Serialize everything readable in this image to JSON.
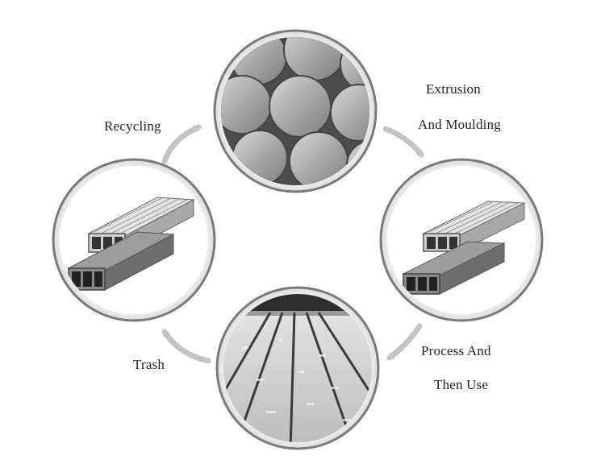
{
  "diagram": {
    "stages": [
      {
        "id": "billets",
        "icon": "aluminum-billets-image"
      },
      {
        "id": "profiles-right",
        "icon": "aluminum-profile-image"
      },
      {
        "id": "decking",
        "icon": "installed-decking-image"
      },
      {
        "id": "profiles-left",
        "icon": "aluminum-profile-image"
      }
    ],
    "labels": {
      "extrusion_line1": "Extrusion",
      "extrusion_line2": "And Moulding",
      "process_line1": "Process And",
      "process_line2": "Then Use",
      "trash": "Trash",
      "recycling": "Recycling"
    },
    "arrow_color": "#c4c4c4",
    "ring_color": "#7a7a7a"
  }
}
